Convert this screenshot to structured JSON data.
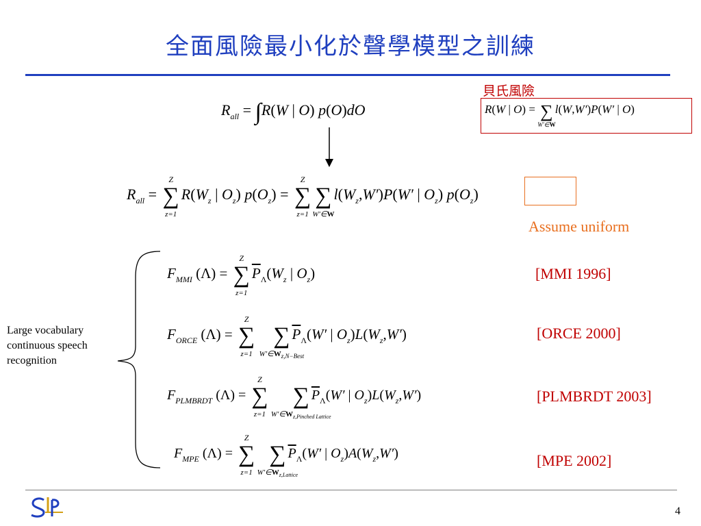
{
  "slide": {
    "title": "全面風險最小化於聲學模型之訓練",
    "page_number": "4",
    "logo_text": "SLP"
  },
  "bayes_risk": {
    "label": "貝氏風險"
  },
  "annotations": {
    "assume_uniform": "Assume uniform",
    "lvcsr_label": "Large vocabulary continuous speech recognition"
  },
  "references": {
    "mmi": "[MMI 1996]",
    "orce": "[ORCE 2000]",
    "plmbrdt": "[PLMBRDT 2003]",
    "mpe": "[MPE 2002]"
  },
  "colors": {
    "title": "#1f3fbf",
    "reference": "#c00000",
    "assume": "#e86f1f"
  }
}
